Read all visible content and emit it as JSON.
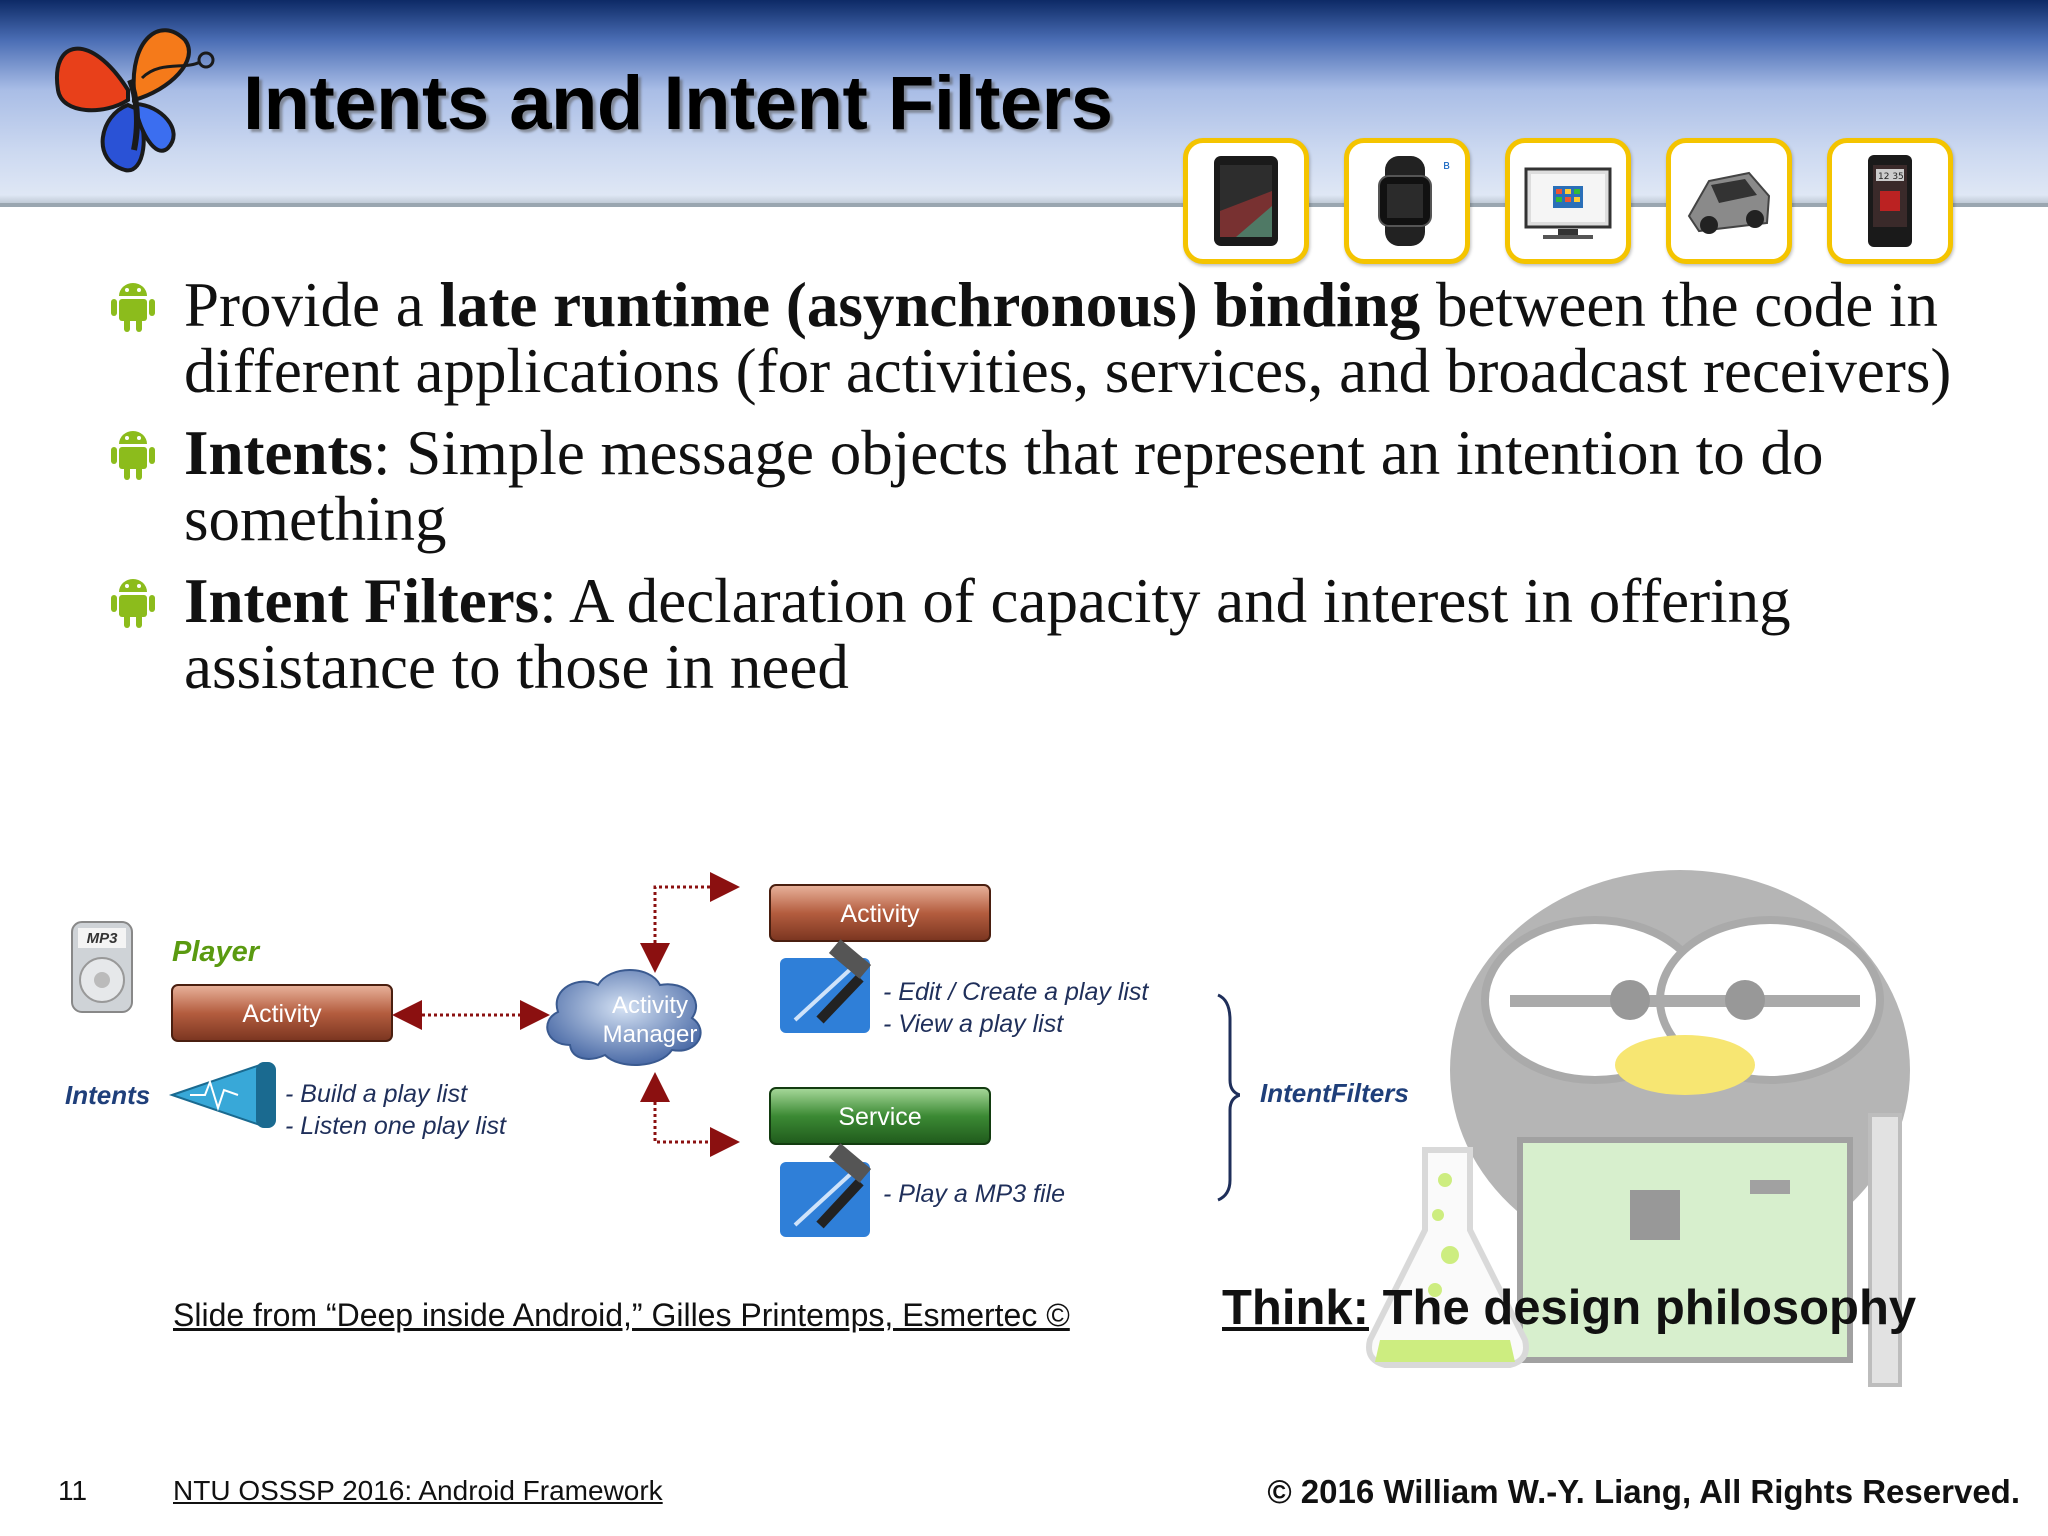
{
  "header": {
    "title": "Intents and Intent Filters"
  },
  "devices": [
    {
      "icon": "tablet-icon"
    },
    {
      "icon": "smartwatch-icon"
    },
    {
      "icon": "tv-icon"
    },
    {
      "icon": "car-icon"
    },
    {
      "icon": "smartphone-icon"
    }
  ],
  "bullets": [
    {
      "pre": "Provide a ",
      "bold": "late runtime (asynchronous) binding",
      "post": " between the code in different applications (for activities, services, and broadcast receivers)"
    },
    {
      "pre": "",
      "bold": "Intents",
      "post": ": Simple message objects that represent an intention to do something"
    },
    {
      "pre": "",
      "bold": "Intent Filters",
      "post": ": A declaration of capacity and interest in offering assistance to those in need"
    }
  ],
  "diagram": {
    "mp3_label": "MP3",
    "player_label": "Player",
    "activity_left": "Activity",
    "intents_label": "Intents",
    "intent_actions": [
      "- Build a play list",
      "- Listen one play list"
    ],
    "manager_line1": "Activity",
    "manager_line2": "Manager",
    "activity_right": "Activity",
    "activity_actions": [
      "- Edit / Create a play list",
      "- View a play list"
    ],
    "service_label": "Service",
    "service_actions": [
      "- Play a MP3 file"
    ],
    "filters_label": "IntentFilters"
  },
  "credit": "Slide from “Deep inside Android,” Gilles Printemps, Esmertec ©",
  "think": {
    "prefix": "Think:",
    "text": " The design philosophy"
  },
  "footer": {
    "page": "11",
    "course": "NTU OSSSP 2016: Android Framework",
    "copyright": "©  2016  William W.-Y. Liang, All Rights Reserved."
  },
  "colors": {
    "bullet_green": "#8cbc1c",
    "activity_box": "#b45d3f",
    "service_box": "#3c8a34",
    "diagram_text": "#1f3f7a",
    "arrow_red": "#8b1010",
    "thumb_border": "#f4c400"
  }
}
